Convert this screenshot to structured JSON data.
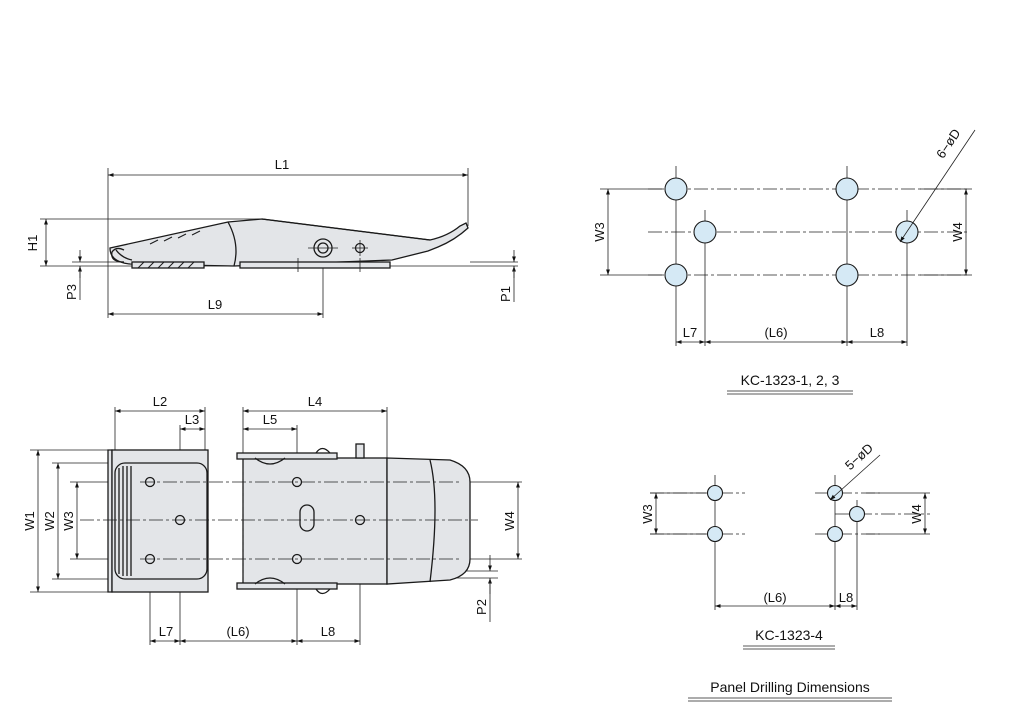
{
  "side_view": {
    "labels": {
      "L1": "L1",
      "H1": "H1",
      "P3": "P3",
      "P1": "P1",
      "L9": "L9"
    }
  },
  "plan_view": {
    "labels": {
      "L2": "L2",
      "L3": "L3",
      "L4": "L4",
      "L5": "L5",
      "W1": "W1",
      "W2": "W2",
      "W3": "W3",
      "W4": "W4",
      "P2": "P2",
      "L7": "L7",
      "L6": "(L6)",
      "L8": "L8"
    }
  },
  "drill_a": {
    "labels": {
      "W3": "W3",
      "W4": "W4",
      "L7": "L7",
      "L6": "(L6)",
      "L8": "L8",
      "holes": "6−øD"
    },
    "caption": "KC-1323-1, 2, 3"
  },
  "drill_b": {
    "labels": {
      "W3": "W3",
      "W4": "W4",
      "L6": "(L6)",
      "L8": "L8",
      "holes": "5−øD"
    },
    "caption": "KC-1323-4"
  },
  "section_title": "Panel Drilling Dimensions"
}
